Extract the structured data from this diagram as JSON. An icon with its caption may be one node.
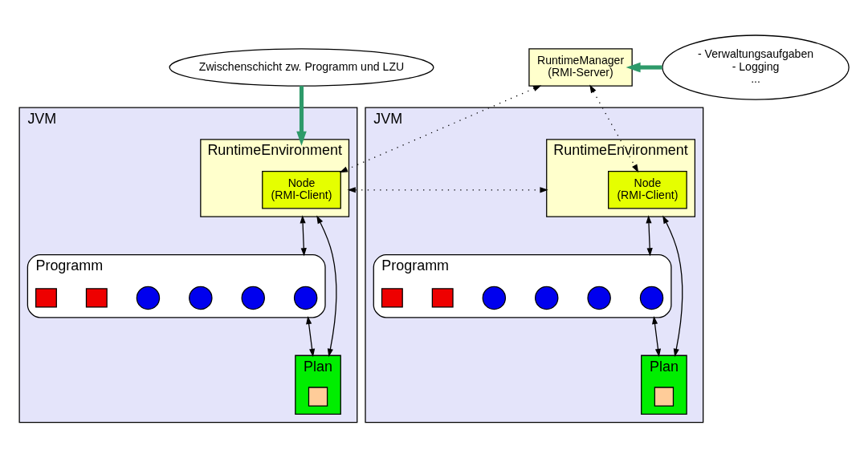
{
  "diagram": {
    "nodes": [
      {
        "text": [
          "Zwischenschicht zw. Programm und LZU"
        ]
      },
      {
        "text": [
          "RuntimeManager",
          "(RMI-Server)"
        ]
      },
      {
        "text": [
          "- Verwaltungsaufgaben",
          "- Logging",
          "..."
        ]
      },
      {
        "text": [
          "JVM"
        ]
      },
      {
        "text": [
          "RuntimeEnvironment"
        ],
        "in": 3
      },
      {
        "text": [
          "Node",
          "(RMI-Client)"
        ],
        "in": 4
      },
      {
        "text": [
          "Programm"
        ],
        "in": 3
      },
      {
        "text": [],
        "shape": "circle",
        "in": 6
      },
      {
        "text": [],
        "shape": "circle",
        "in": 6
      },
      {
        "text": [],
        "shape": "circle",
        "in": 6
      },
      {
        "text": [],
        "shape": "circle",
        "in": 6
      },
      {
        "text": [],
        "shape": "box",
        "in": 6
      },
      {
        "text": [],
        "shape": "box",
        "in": 6
      },
      {
        "text": [
          "Plan"
        ],
        "in": 3
      },
      {
        "text": [],
        "shape": "box",
        "in": 13
      },
      {
        "text": [
          "JVM"
        ]
      },
      {
        "text": [
          "RuntimeEnvironment"
        ],
        "in": 15
      },
      {
        "text": [
          "Node",
          "(RMI-Client)"
        ],
        "in": 16
      },
      {
        "text": [
          "Programm"
        ],
        "in": 15
      },
      {
        "text": [],
        "shape": "circle",
        "in": 18
      },
      {
        "text": [],
        "shape": "circle",
        "in": 18
      },
      {
        "text": [],
        "shape": "circle",
        "in": 18
      },
      {
        "text": [],
        "shape": "circle",
        "in": 18
      },
      {
        "text": [],
        "shape": "box",
        "in": 18
      },
      {
        "text": [],
        "shape": "box",
        "in": 18
      },
      {
        "text": [
          "Plan"
        ],
        "in": 15
      },
      {
        "text": [],
        "shape": "box",
        "in": 25
      }
    ],
    "edges": [
      {
        "from": 0,
        "to": 4,
        "arrow": "to",
        "style": "thick",
        "color": "#2e9a6a"
      },
      {
        "from": 2,
        "to": 1,
        "arrow": "to",
        "style": "thick",
        "color": "#2e9a6a"
      },
      {
        "from": 5,
        "to": 1,
        "arrow": "both",
        "style": "dashed"
      },
      {
        "from": 17,
        "to": 1,
        "arrow": "both",
        "style": "dashed"
      },
      {
        "from": 4,
        "to": 6,
        "arrow": "both"
      },
      {
        "from": 4,
        "to": 13,
        "arrow": "both"
      },
      {
        "from": 6,
        "to": 13,
        "arrow": "both"
      },
      {
        "from": 16,
        "to": 18,
        "arrow": "both"
      },
      {
        "from": 16,
        "to": 25,
        "arrow": "both"
      },
      {
        "from": 18,
        "to": 25,
        "arrow": "both"
      },
      {
        "from": 4,
        "to": 16,
        "arrow": "both",
        "style": "dashed"
      }
    ]
  }
}
